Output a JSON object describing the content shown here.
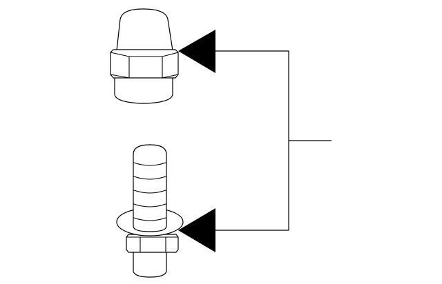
{
  "diagram": {
    "background_color": "#ffffff",
    "line_color": "#000000",
    "parts": [
      {
        "name": "cap-nut",
        "icon": "cap-nut-icon"
      },
      {
        "name": "stud-bolt",
        "icon": "stud-bolt-icon"
      }
    ],
    "callouts": 2
  }
}
